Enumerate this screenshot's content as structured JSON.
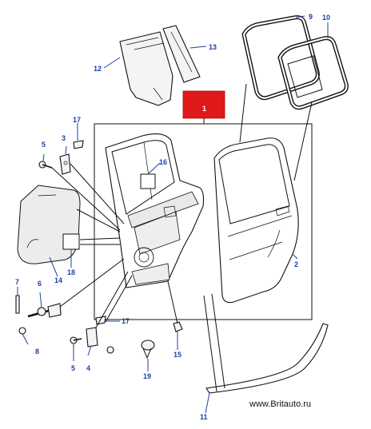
{
  "highlight": {
    "label": "1",
    "color": "#e01a1a"
  },
  "callouts": [
    {
      "id": "c1",
      "text": "1"
    },
    {
      "id": "c2",
      "text": "2"
    },
    {
      "id": "c3",
      "text": "3"
    },
    {
      "id": "c4",
      "text": "4"
    },
    {
      "id": "c5a",
      "text": "5"
    },
    {
      "id": "c5b",
      "text": "5"
    },
    {
      "id": "c6",
      "text": "6"
    },
    {
      "id": "c7",
      "text": "7"
    },
    {
      "id": "c8",
      "text": "8"
    },
    {
      "id": "c9",
      "text": "9"
    },
    {
      "id": "c10",
      "text": "10"
    },
    {
      "id": "c11",
      "text": "11"
    },
    {
      "id": "c12",
      "text": "12"
    },
    {
      "id": "c13",
      "text": "13"
    },
    {
      "id": "c14",
      "text": "14"
    },
    {
      "id": "c15",
      "text": "15"
    },
    {
      "id": "c16",
      "text": "16"
    },
    {
      "id": "c17a",
      "text": "17"
    },
    {
      "id": "c17b",
      "text": "17"
    },
    {
      "id": "c18",
      "text": "18"
    },
    {
      "id": "c19",
      "text": "19"
    }
  ],
  "callout_color": "#1f3fa6",
  "watermark": "www.Britauto.ru"
}
